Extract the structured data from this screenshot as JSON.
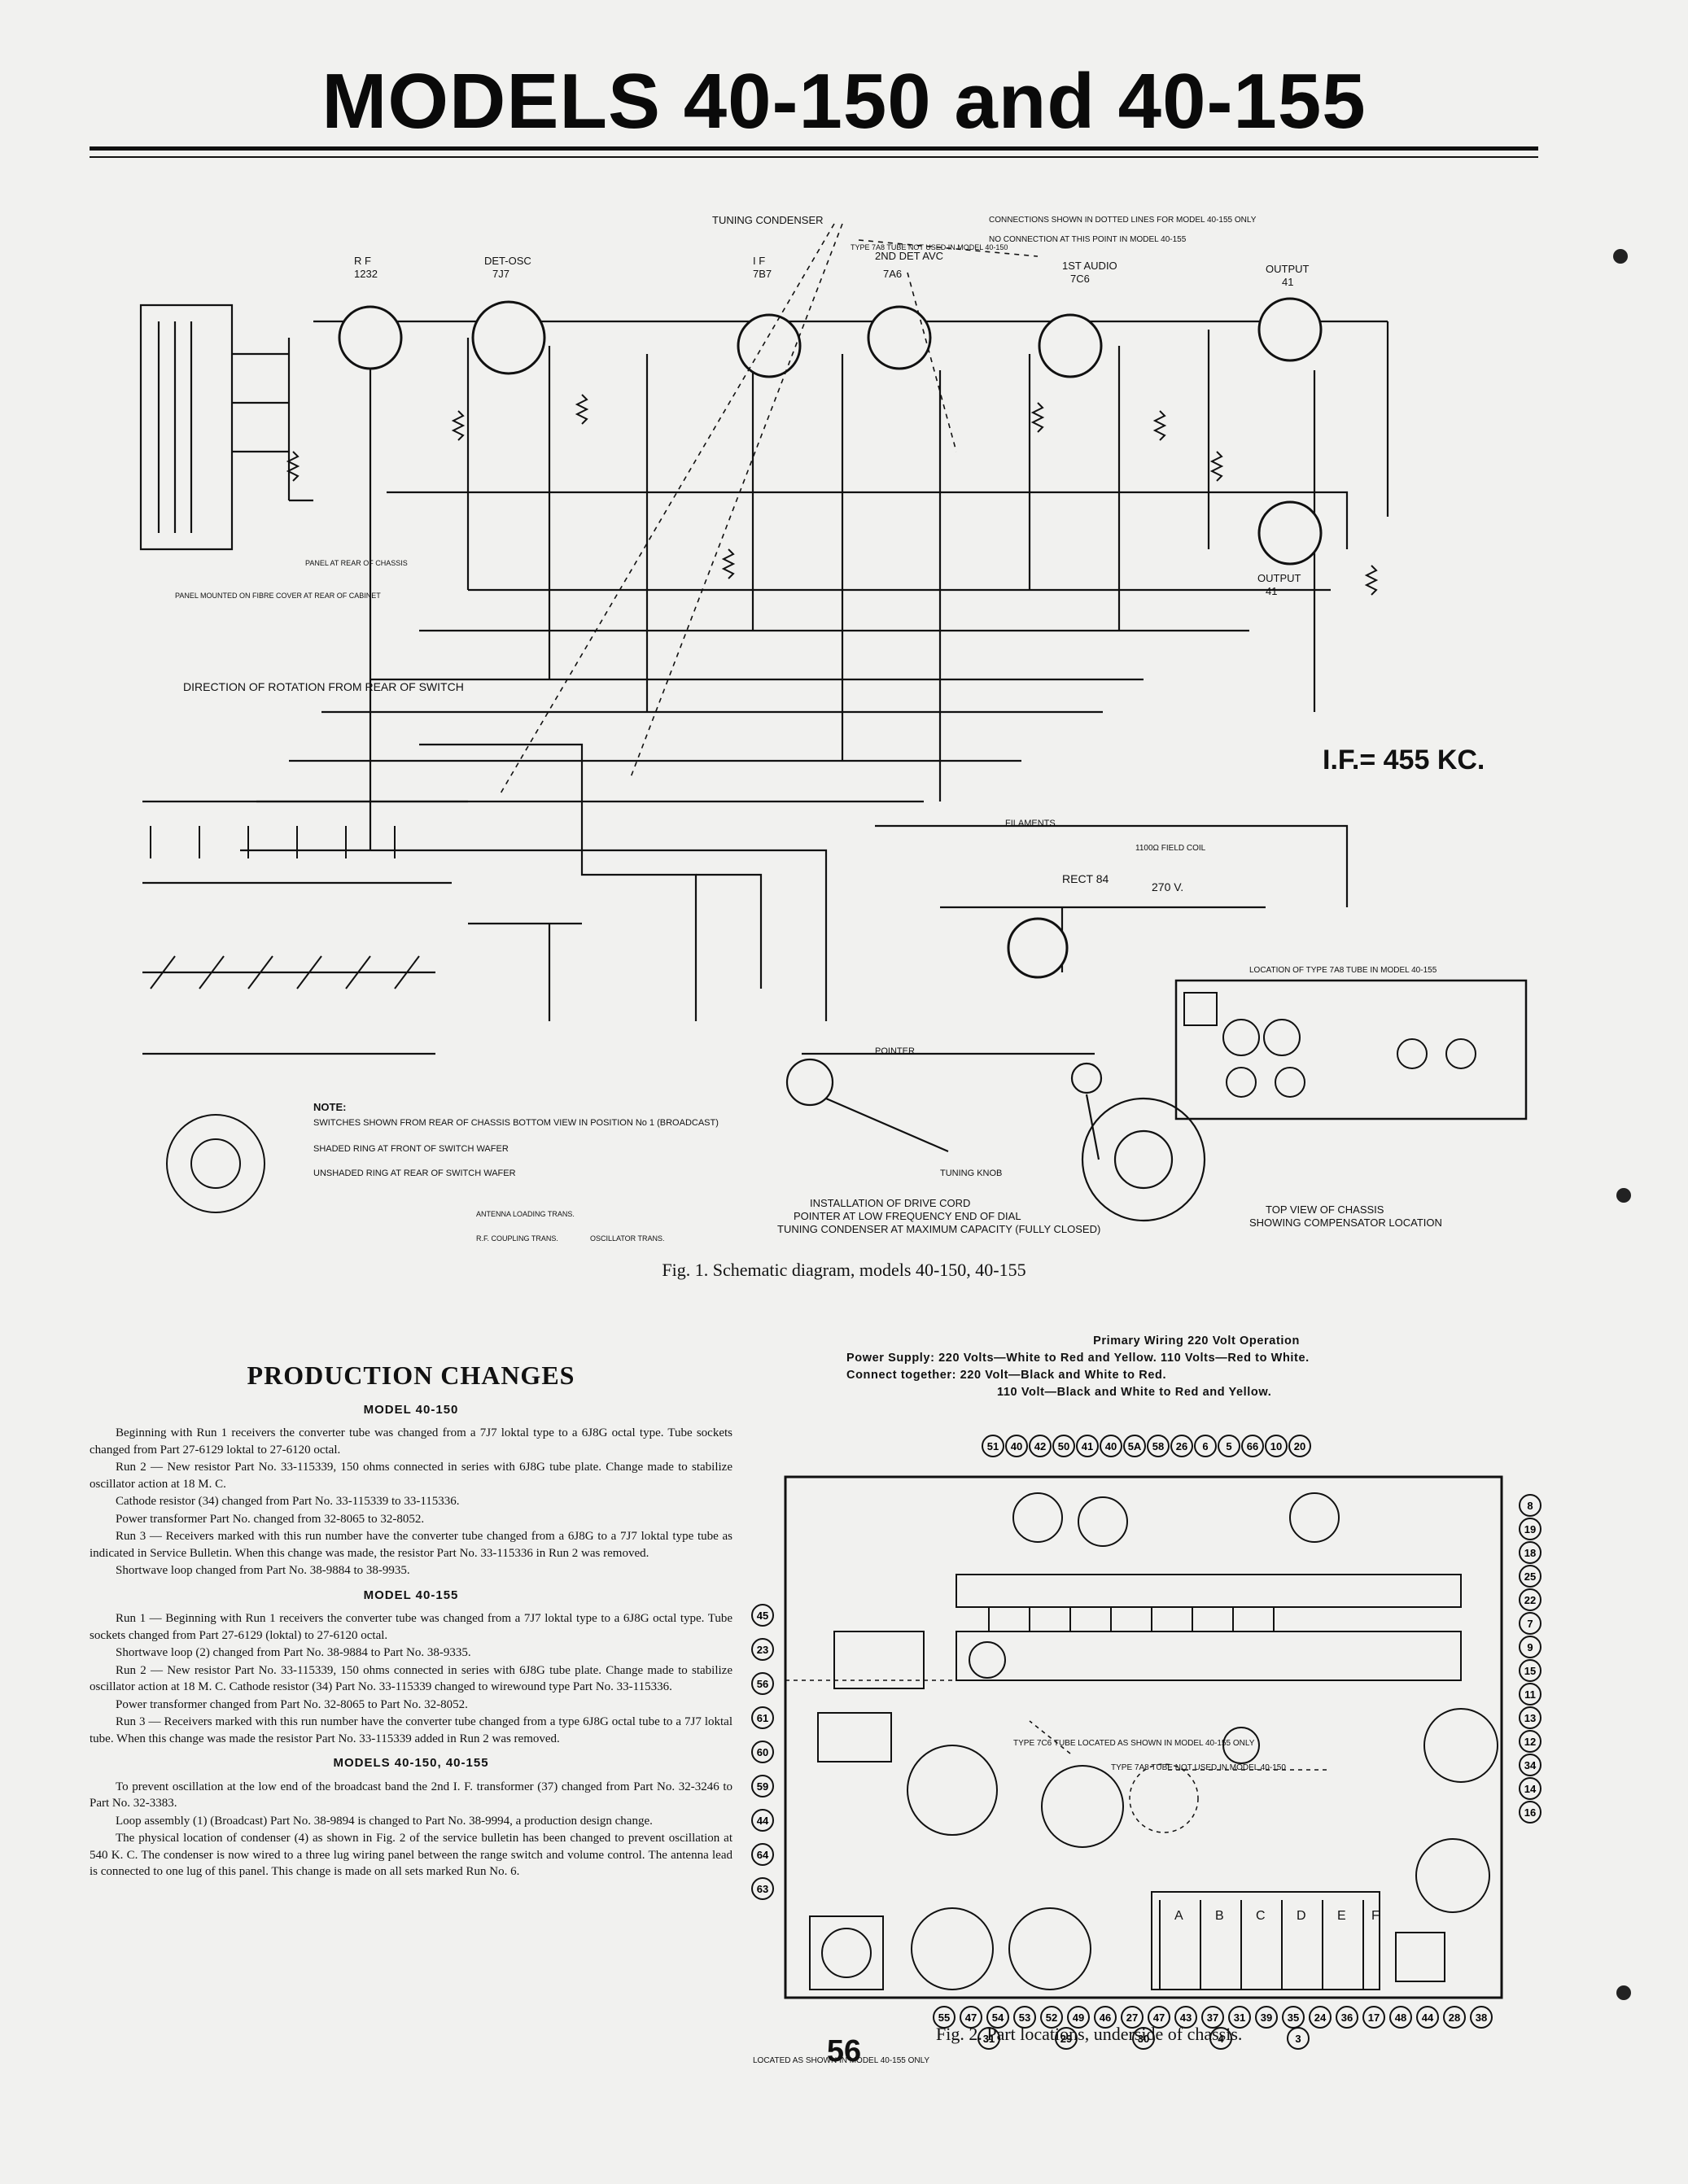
{
  "title": "MODELS 40-150 and 40-155",
  "fig1_caption": "Fig. 1.  Schematic diagram, models 40-150, 40-155",
  "schematic": {
    "if_freq": "I.F.= 455 KC.",
    "tuning_condenser": "TUNING CONDENSER",
    "type7a8_note": "TYPE 7A8 TUBE NOT USED IN MODEL 40-150",
    "dotted_note": "CONNECTIONS SHOWN IN DOTTED LINES FOR MODEL 40-155 ONLY",
    "no_conn_note": "NO CONNECTION AT THIS POINT IN MODEL 40-155",
    "tubes": [
      {
        "role": "R F",
        "type": "1232"
      },
      {
        "role": "DET-OSC",
        "type": "7J7"
      },
      {
        "role": "I F",
        "type": "7B7"
      },
      {
        "role": "2ND DET AVC",
        "type": "7A6"
      },
      {
        "role": "1ST AUDIO",
        "type": "7C6"
      },
      {
        "role": "OUTPUT",
        "type": "41"
      },
      {
        "role": "OUTPUT",
        "type": "41"
      }
    ],
    "rotation_note": "DIRECTION OF ROTATION FROM REAR OF SWITCH",
    "panel_note": "PANEL AT REAR OF CHASSIS",
    "panel_mounted": "PANEL MOUNTED ON FIBRE COVER AT REAR OF CABINET",
    "switch_note": {
      "label": "NOTE:",
      "line1": "SWITCHES SHOWN FROM REAR OF CHASSIS BOTTOM VIEW IN POSITION No 1 (BROADCAST)",
      "line2": "SHADED RING AT FRONT OF SWITCH WAFER",
      "line3": "UNSHADED RING AT REAR OF SWITCH WAFER"
    },
    "coil_labels": [
      "ANTENNA LOADING TRANS.",
      "R.F. COUPLING TRANS.",
      "OSCILLATOR TRANS."
    ],
    "drive_cord": "INSTALLATION OF DRIVE CORD",
    "drive_cord_2": "POINTER AT LOW FREQUENCY END OF DIAL",
    "drive_cord_3": "TUNING CONDENSER AT MAXIMUM CAPACITY (FULLY CLOSED)",
    "pointer": "POINTER",
    "tuning_knob": "TUNING KNOB",
    "top_view": "TOP VIEW OF CHASSIS",
    "top_view_2": "SHOWING COMPENSATOR LOCATION",
    "location_7a8": "LOCATION OF TYPE 7A8 TUBE IN MODEL 40-155",
    "filaments": "FILAMENTS",
    "field_coil": "1100Ω FIELD COIL",
    "rect": "RECT 84",
    "voltage_270": "270 V."
  },
  "production": {
    "heading": "PRODUCTION CHANGES",
    "sections": [
      {
        "title": "MODEL 40-150",
        "paras": [
          "Beginning with Run 1 receivers the converter tube was changed from a 7J7 loktal type to a 6J8G octal type. Tube sockets changed from Part 27-6129 loktal to 27-6120 octal.",
          "Run 2 — New resistor Part No. 33-115339, 150 ohms connected in series with 6J8G tube plate. Change made to stabilize oscillator action at 18 M. C.",
          "Cathode resistor (34) changed from Part No. 33-115339 to 33-115336.",
          "Power transformer Part No. changed from 32-8065 to 32-8052.",
          "Run 3 — Receivers marked with this run number have the converter tube changed from a 6J8G to a 7J7 loktal type tube as indicated in Service Bulletin. When this change was made, the resistor Part No. 33-115336 in Run 2 was removed.",
          "Shortwave loop changed from Part No. 38-9884 to 38-9935."
        ]
      },
      {
        "title": "MODEL 40-155",
        "paras": [
          "Run 1 — Beginning with Run 1 receivers the converter tube was changed from a 7J7 loktal type to a 6J8G octal type. Tube sockets changed from Part 27-6129 (loktal) to 27-6120 octal.",
          "Shortwave loop (2) changed from Part No. 38-9884 to Part No. 38-9335.",
          "Run 2 — New resistor Part No. 33-115339, 150 ohms connected in series with 6J8G tube plate. Change made to stabilize oscillator action at 18 M. C. Cathode resistor (34) Part No. 33-115339 changed to wirewound type Part No. 33-115336.",
          "Power transformer changed from Part No. 32-8065 to Part No. 32-8052.",
          "Run 3 — Receivers marked with this run number have the converter tube changed from a type 6J8G octal tube to a 7J7 loktal tube. When this change was made the resistor Part No. 33-115339 added in Run 2 was removed."
        ]
      },
      {
        "title": "MODELS 40-150, 40-155",
        "paras": [
          "To prevent oscillation at the low end of the broadcast band the 2nd I. F. transformer (37) changed from Part No. 32-3246 to Part No. 32-3383.",
          "Loop assembly (1) (Broadcast) Part No. 38-9894 is changed to Part No. 38-9994, a production design change.",
          "The physical location of condenser (4) as shown in Fig. 2 of the service bulletin has been changed to prevent oscillation at 540 K. C. The condenser is now wired to a three lug wiring panel between the range switch and volume control. The antenna lead is connected to one lug of this panel. This change is made on all sets marked Run No. 6."
        ]
      }
    ]
  },
  "wiring": {
    "heading": "Primary Wiring 220 Volt Operation",
    "line1": "Power Supply: 220 Volts—White to Red and Yellow. 110 Volts—Red to White.",
    "line2": "Connect together: 220 Volt—Black and White to Red.",
    "line3": "110 Volt—Black and White to Red and Yellow."
  },
  "chassis": {
    "top_callouts": [
      "51",
      "40",
      "42",
      "50",
      "41",
      "40",
      "5A",
      "58",
      "26",
      "6",
      "5",
      "66",
      "10",
      "20"
    ],
    "right_callouts": [
      "8",
      "19",
      "18",
      "25",
      "22",
      "7",
      "9",
      "15",
      "11",
      "13",
      "12",
      "34",
      "14",
      "16"
    ],
    "left_callouts": [
      "45",
      "23",
      "56",
      "61",
      "60",
      "59",
      "44",
      "64",
      "63"
    ],
    "bottom_callouts": [
      "55",
      "47",
      "54",
      "53",
      "52",
      "49",
      "46",
      "27",
      "47",
      "43",
      "37",
      "31",
      "39",
      "35",
      "24",
      "36",
      "17",
      "48",
      "44",
      "28",
      "38",
      "31",
      "29",
      "30",
      "4",
      "3"
    ],
    "note_7c6": "TYPE 7C6 TUBE LOCATED AS SHOWN IN MODEL 40-155 ONLY",
    "note_7a8": "TYPE 7A8 TUBE NOT USED IN MODEL 40-150",
    "located_note": "LOCATED AS SHOWN IN MODEL 40-155 ONLY",
    "switch_letters": [
      "A",
      "B",
      "C",
      "D",
      "E",
      "F"
    ]
  },
  "fig2_caption": "Fig. 2.  Part locations, underside of chassis.",
  "page_number": "56"
}
